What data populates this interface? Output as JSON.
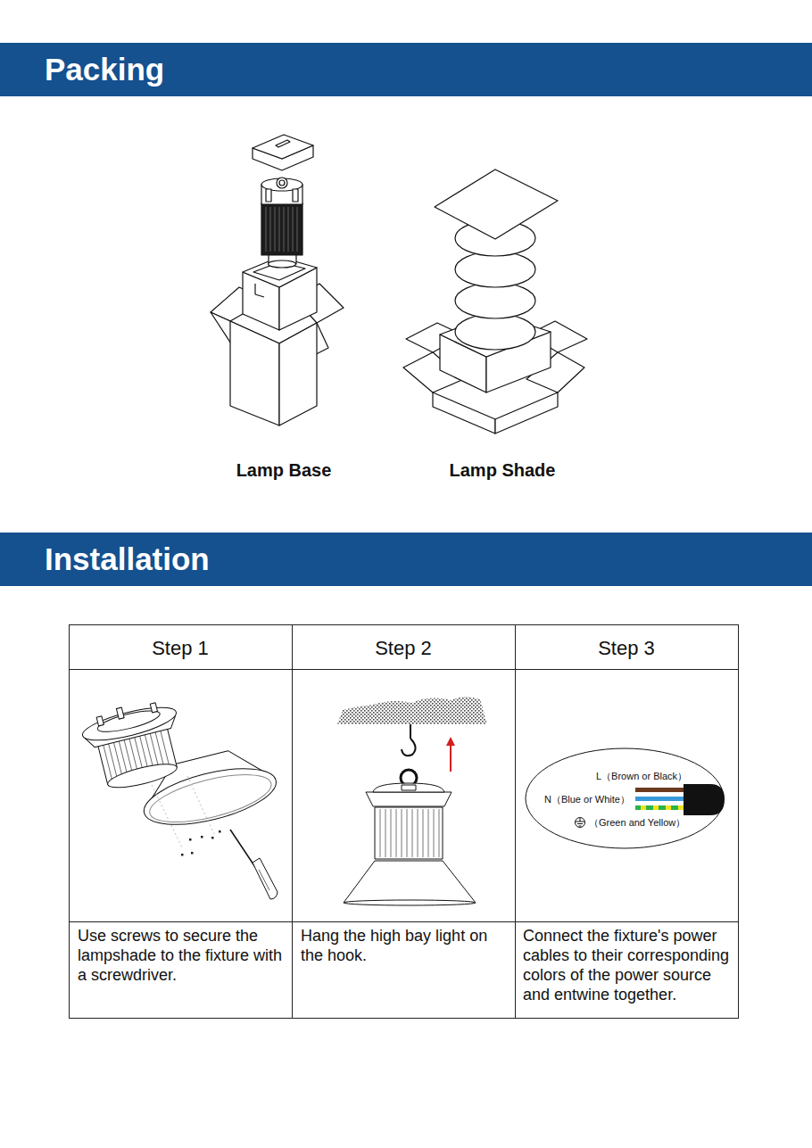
{
  "diagram": {
    "nodes": [
      {
        "text": [
          "Packing"
        ]
      },
      {
        "text": [
          "Installation"
        ]
      },
      {
        "text": [
          "L（Brown or Black）",
          "N（Blue or White）",
          "（Green and Yellow）"
        ]
      }
    ],
    "labels": [
      "Lamp Base",
      "Lamp Shade",
      "Step 1",
      "Step 2",
      "Step 3",
      "Use screws to secure the lampshade to the fixture with a screwdriver.",
      "Hang the high bay light on the hook.",
      "Connect the fixture's power cables to their corresponding colors of the power source and entwine together."
    ]
  }
}
